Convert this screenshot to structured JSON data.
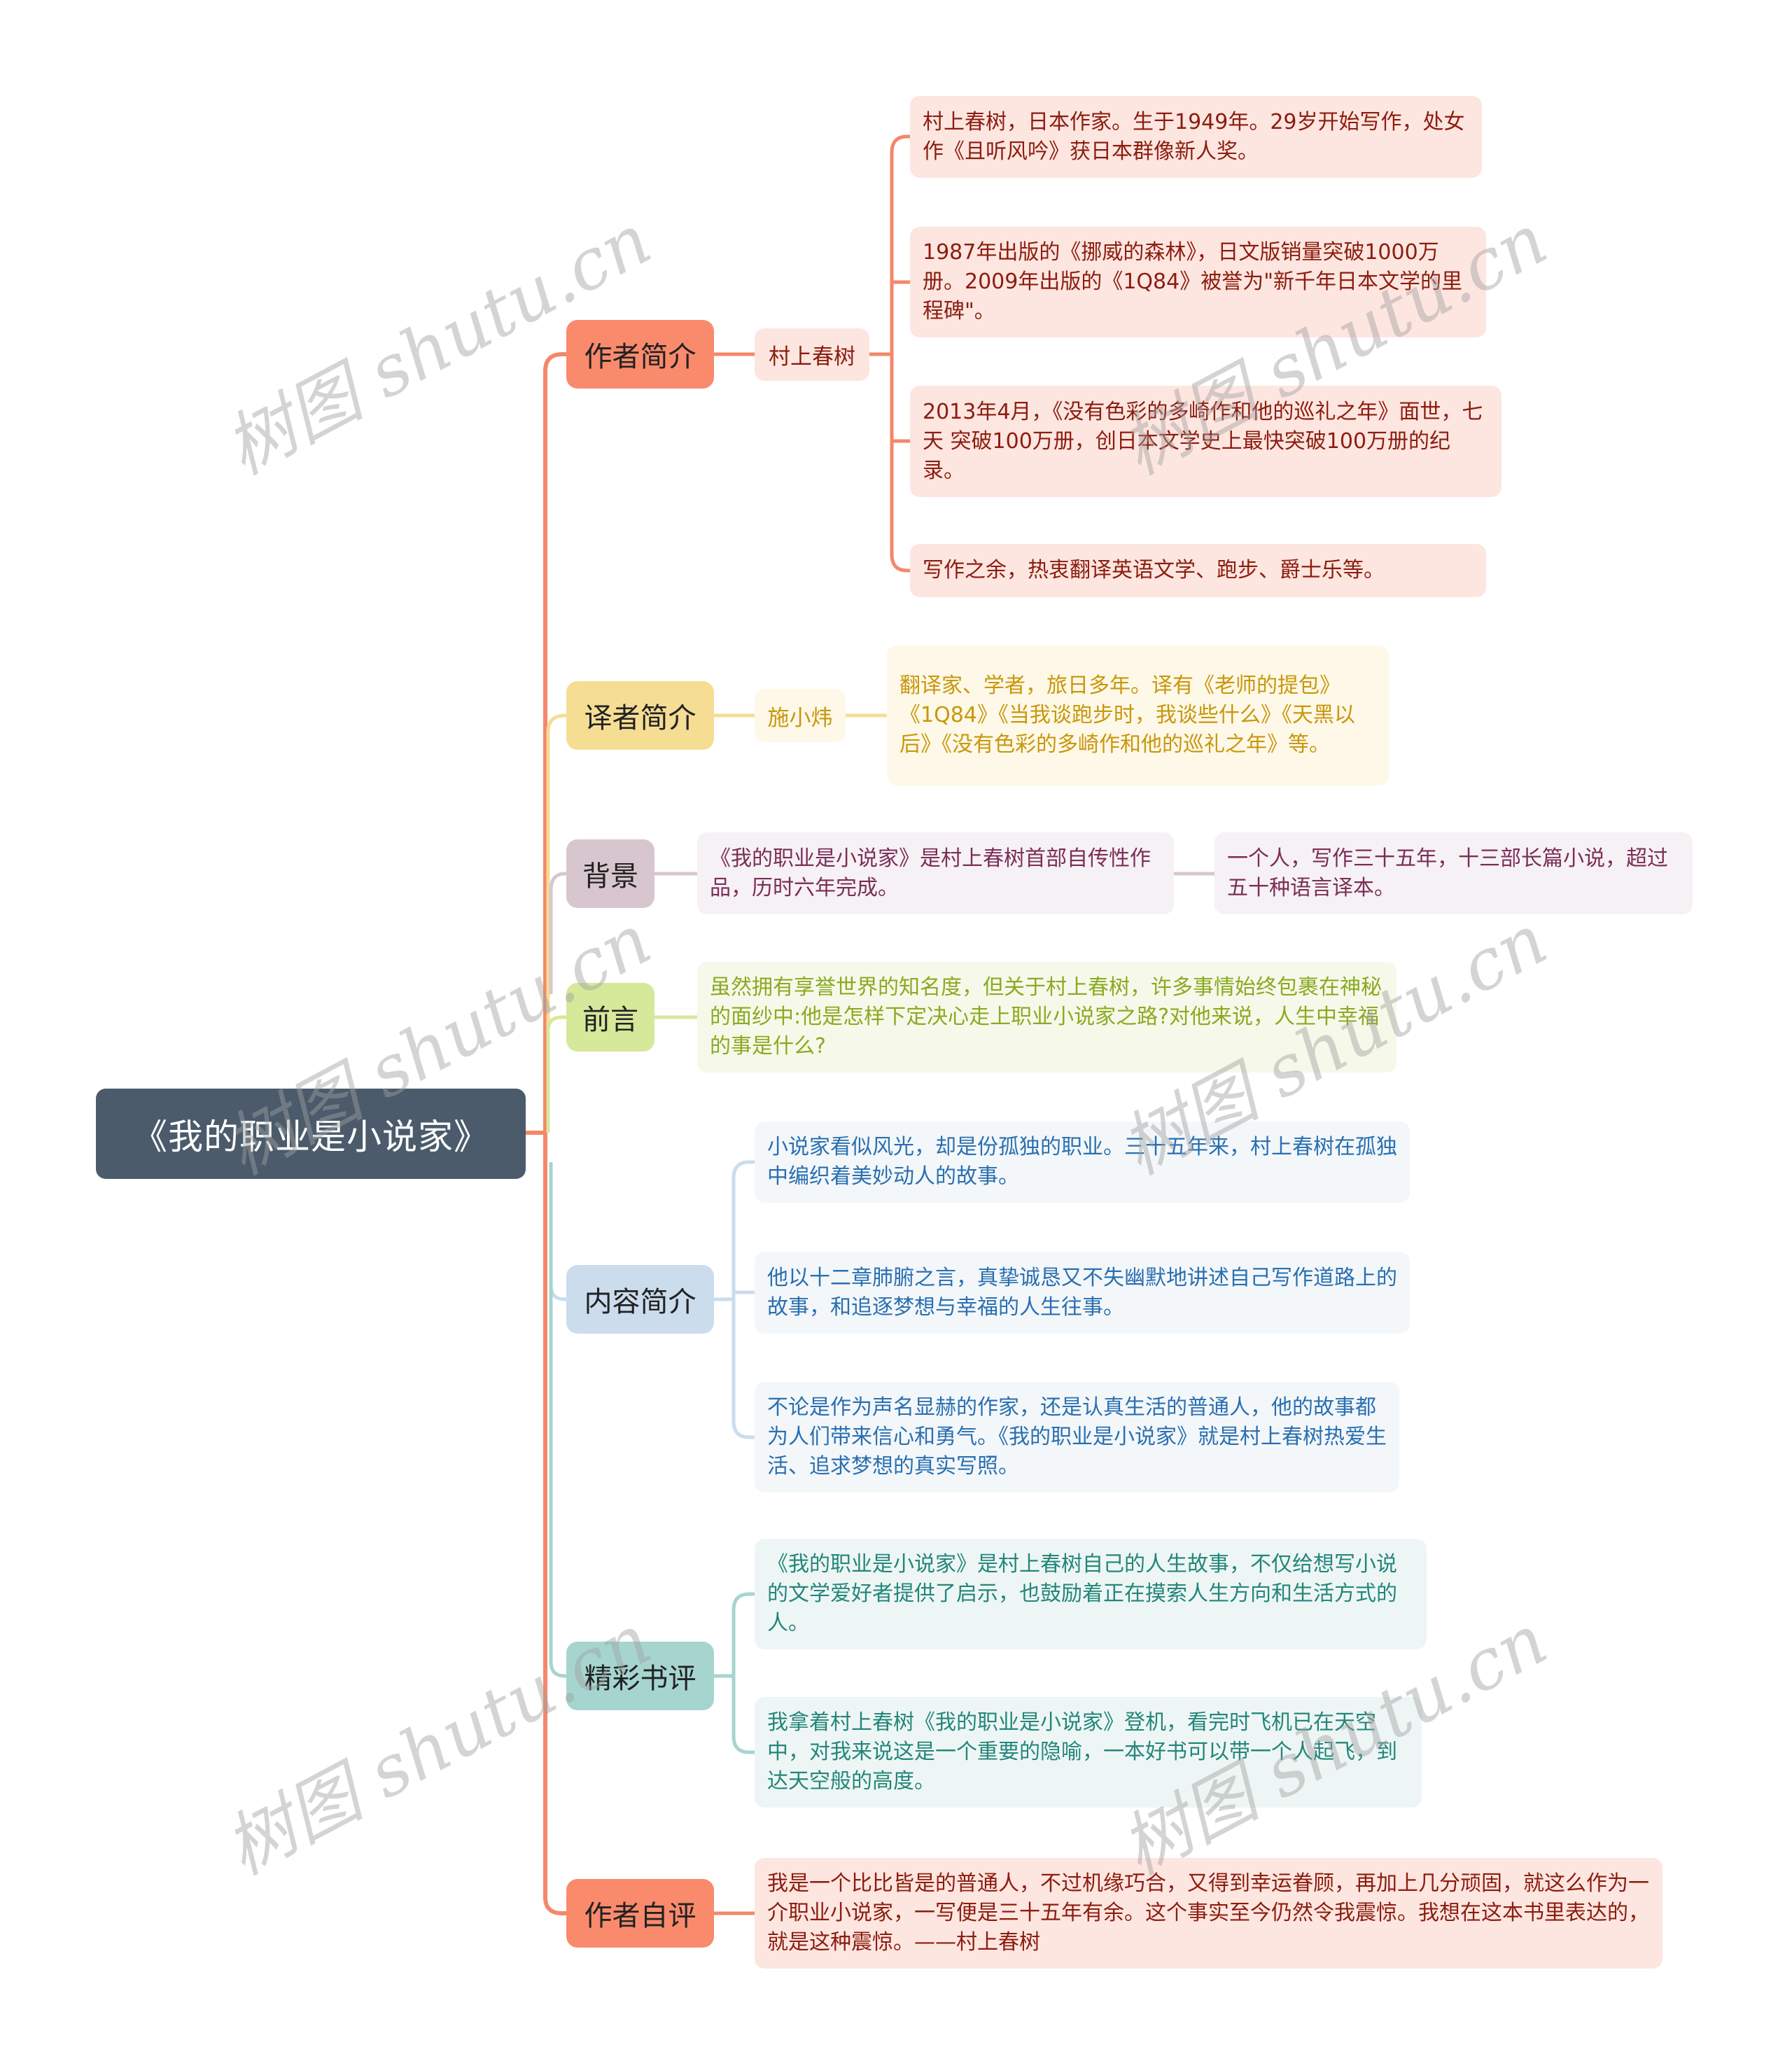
{
  "root": {
    "label": "《我的职业是小说家》"
  },
  "colors": {
    "root_bg": "#4b5b6b",
    "author_branch": "#fa8a6c",
    "translator_branch": "#f6dd94",
    "background_branch": "#d8c6cf",
    "preface_branch": "#d6e89a",
    "content_branch": "#cbdcec",
    "review_branch": "#a6d5d0",
    "selfreview_branch": "#fa8a6c"
  },
  "branches": {
    "author": {
      "label": "作者简介",
      "sub": "村上春树",
      "leaves": [
        "村上春树，日本作家。生于1949年。29岁开始写作，处女作《且听风吟》获日本群像新人奖。",
        "1987年出版的《挪威的森林》，日文版销量突破1000万册。2009年出版的《1Q84》被誉为\"新千年日本文学的里程碑\"。",
        "2013年4月，《没有色彩的多崎作和他的巡礼之年》面世，七天 突破100万册，创日本文学史上最快突破100万册的纪录。",
        "写作之余，热衷翻译英语文学、跑步、爵士乐等。"
      ]
    },
    "translator": {
      "label": "译者简介",
      "sub": "施小炜",
      "leaves": [
        "翻译家、学者，旅日多年。译有《老师的提包》《1Q84》《当我谈跑步时，我谈些什么》《天黑以后》《没有色彩的多崎作和他的巡礼之年》等。"
      ]
    },
    "background": {
      "label": "背景",
      "leaves": [
        "《我的职业是小说家》是村上春树首部自传性作品，历时六年完成。",
        "一个人，写作三十五年，十三部长篇小说，超过五十种语言译本。"
      ]
    },
    "preface": {
      "label": "前言",
      "leaves": [
        "虽然拥有享誉世界的知名度，但关于村上春树，许多事情始终包裹在神秘的面纱中:他是怎样下定决心走上职业小说家之路?对他来说，人生中幸福的事是什么?"
      ]
    },
    "content": {
      "label": "内容简介",
      "leaves": [
        "小说家看似风光，却是份孤独的职业。三十五年来，村上春树在孤独中编织着美妙动人的故事。",
        "他以十二章肺腑之言，真挚诚恳又不失幽默地讲述自己写作道路上的故事，和追逐梦想与幸福的人生往事。",
        "不论是作为声名显赫的作家，还是认真生活的普通人，他的故事都为人们带来信心和勇气。《我的职业是小说家》就是村上春树热爱生活、追求梦想的真实写照。"
      ]
    },
    "review": {
      "label": "精彩书评",
      "leaves": [
        "《我的职业是小说家》是村上春树自己的人生故事，不仅给想写小说的文学爱好者提供了启示，也鼓励着正在摸索人生方向和生活方式的人。",
        "我拿着村上春树《我的职业是小说家》登机，看完时飞机已在天空中，对我来说这是一个重要的隐喻，一本好书可以带一个人起飞，到达天空般的高度。"
      ]
    },
    "selfreview": {
      "label": "作者自评",
      "leaves": [
        "我是一个比比皆是的普通人，不过机缘巧合，又得到幸运眷顾，再加上几分顽固，就这么作为一介职业小说家，一写便是三十五年有余。这个事实至今仍然令我震惊。我想在这本书里表达的，就是这种震惊。——村上春树"
      ]
    }
  },
  "watermark": {
    "text": "树图 shutu.cn"
  }
}
